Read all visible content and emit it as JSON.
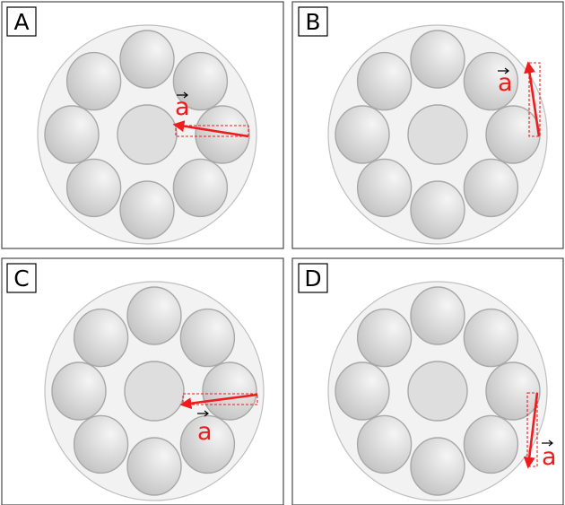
{
  "panels": [
    {
      "id": "A",
      "label": "A",
      "vector_label": "a"
    },
    {
      "id": "B",
      "label": "B",
      "vector_label": "a"
    },
    {
      "id": "C",
      "label": "C",
      "vector_label": "a"
    },
    {
      "id": "D",
      "label": "D",
      "vector_label": "a"
    }
  ],
  "colors": {
    "vector": "#ee1c1c",
    "frame": "#4a4a4a",
    "disk_fill": "#f2f2f2",
    "cell_light": "#f4f4f4",
    "cell_dark": "#c4c4c4"
  }
}
